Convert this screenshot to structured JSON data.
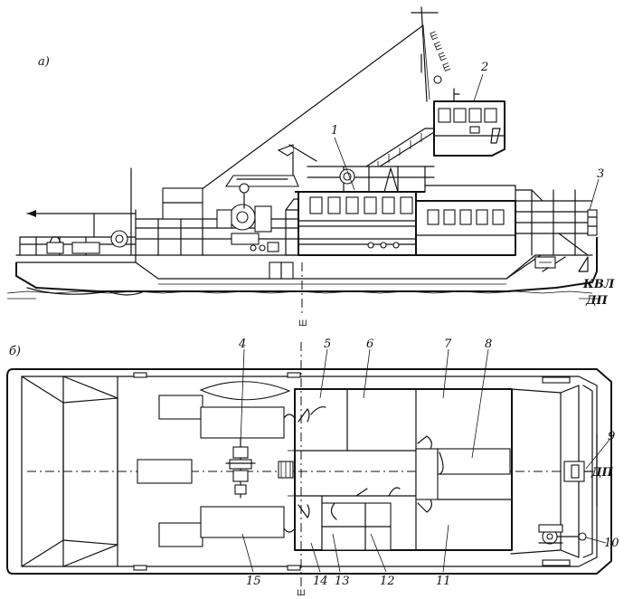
{
  "views": {
    "side": {
      "label": "а)"
    },
    "plan": {
      "label": "б)"
    }
  },
  "labels": {
    "n1": "1",
    "n2": "2",
    "n3": "3",
    "n4": "4",
    "n5": "5",
    "n6": "6",
    "n7": "7",
    "n8": "8",
    "n9": "9",
    "n10": "10",
    "n11": "11",
    "n12": "12",
    "n13": "13",
    "n14": "14",
    "n15": "15"
  },
  "marks": {
    "kvl": "КВЛ",
    "dp_side": "ДП",
    "dp_plan": "ДП",
    "section_top": "Ш",
    "section_bottom": "Ш",
    "mast_text": "Ш Ш Ш Ш"
  }
}
